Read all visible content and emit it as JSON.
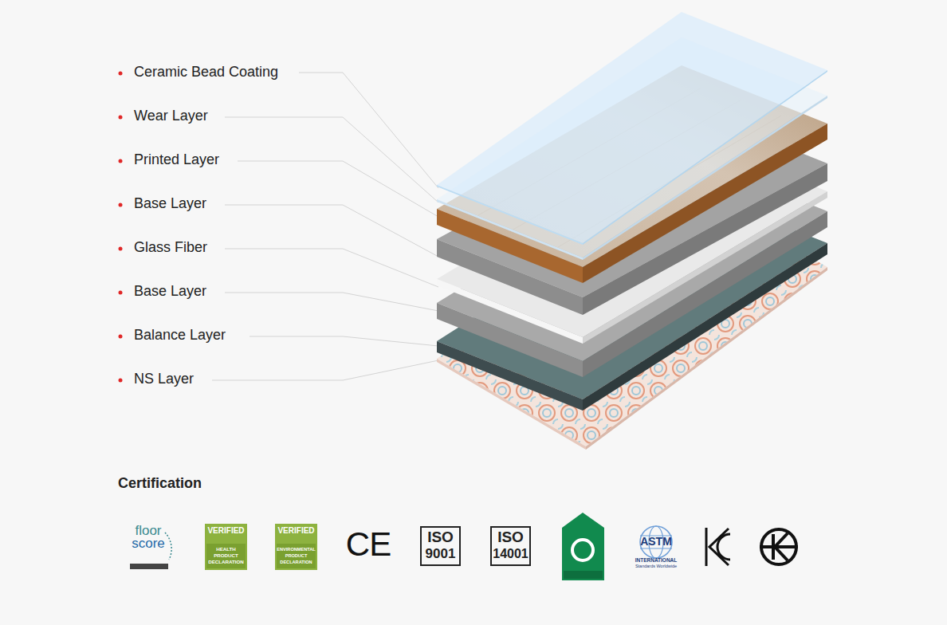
{
  "diagram": {
    "title": "Certification",
    "labels": [
      "Ceramic Bead Coating",
      "Wear Layer",
      "Printed Layer",
      "Base Layer",
      "Glass Fiber",
      "Base Layer",
      "Balance Layer",
      "NS Layer",
      "floor",
      "score",
      "VERIFIED",
      "HEALTH PRODUCT DECLARATION",
      "VERIFIED",
      "ENVIRONMENTAL PRODUCT DECLARATION",
      "CE",
      "ISO",
      "9001",
      "ISO",
      "14001",
      "ASTM",
      "INTERNATIONAL",
      "Standards Worldwide"
    ]
  }
}
